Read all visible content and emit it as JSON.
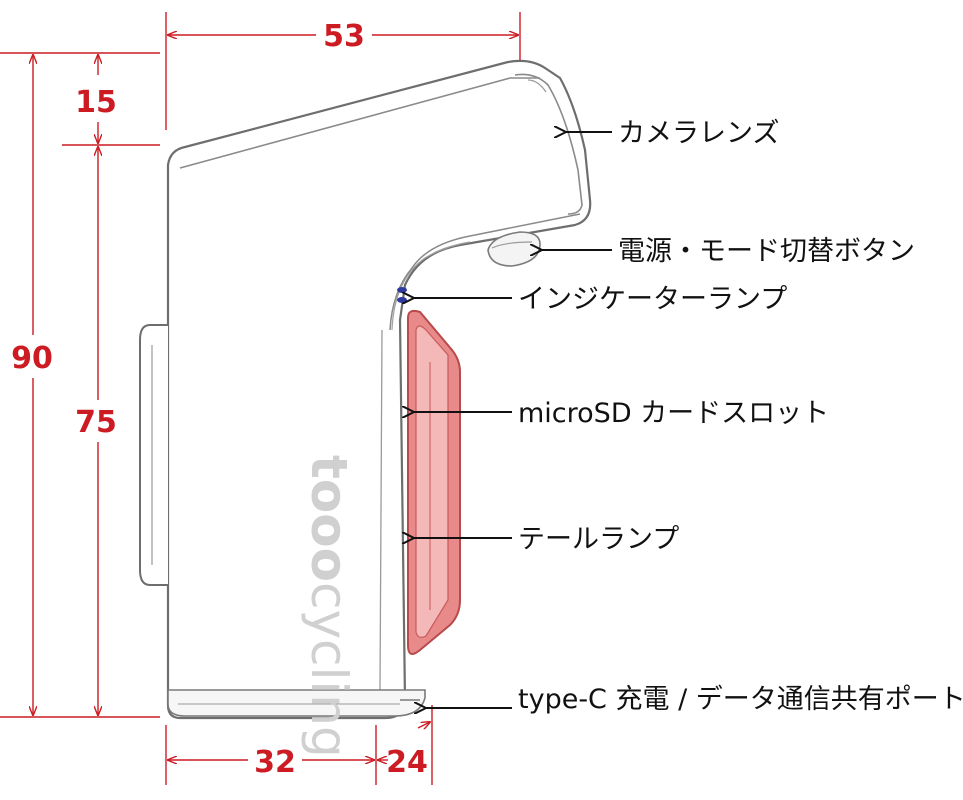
{
  "colors": {
    "dimension": "#cc1b22",
    "callout_text": "#111111",
    "body_outline": "#6e6e6e",
    "tail_lamp": "#e88a8a",
    "indicator": "#2e3a9e",
    "brand_mark": "#d0d0d0"
  },
  "dimensions": {
    "top_width": "53",
    "top_offset": "15",
    "total_height": "90",
    "body_height": "75",
    "bottom_width": "32",
    "bottom_depth": "24"
  },
  "brand": {
    "bold_part": "tooo",
    "light_part": "cycling"
  },
  "callouts": [
    {
      "id": "camera-lens",
      "label": "カメラレンズ",
      "icon": "arrow-left-icon"
    },
    {
      "id": "power-mode-button",
      "label": "電源・モード切替ボタン",
      "icon": "arrow-left-icon"
    },
    {
      "id": "indicator-lamp",
      "label": "インジケーターランプ",
      "icon": "arrow-left-icon"
    },
    {
      "id": "microsd-slot",
      "label": "microSD カードスロット",
      "icon": "arrow-left-icon"
    },
    {
      "id": "tail-lamp",
      "label": "テールランプ",
      "icon": "arrow-left-icon"
    },
    {
      "id": "usb-port",
      "label": "type-C 充電 / データ通信共有ポート",
      "icon": "arrow-left-icon"
    }
  ]
}
